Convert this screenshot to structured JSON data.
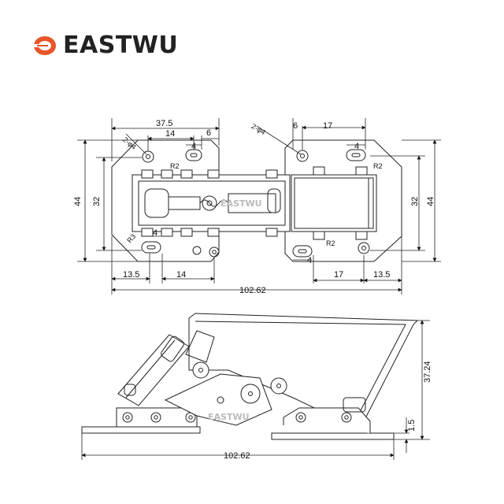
{
  "brand": {
    "name": "EASTWU",
    "accent_color": "#e8562a",
    "logo_icon": "eastwu-logo-icon"
  },
  "watermark": "EASTWU",
  "top_view": {
    "left_plate": {
      "width_top": "37.5",
      "spacing_top": "14",
      "offset_top": "6",
      "slot_top": "4",
      "hole_spec": "2-φ4",
      "radius_top": "R2",
      "height_outer": "44",
      "height_inner": "32",
      "radius_bottom": "R3",
      "slot_bottom": "4",
      "edge_bottom": "13.5",
      "spacing_bottom": "14"
    },
    "right_plate": {
      "hole_spec": "2-φ4",
      "offset_top": "6",
      "spacing_top": "17",
      "slot_top": "4",
      "radius_top": "R2",
      "height_inner": "32",
      "height_outer": "44",
      "radius_bottom": "R2",
      "slot_bottom": "4",
      "spacing_bottom": "17",
      "edge_bottom": "13.5"
    },
    "overall_length": "102.62"
  },
  "side_view": {
    "height": "37.24",
    "plate_thickness": "1.5",
    "overall_length": "102.62"
  }
}
